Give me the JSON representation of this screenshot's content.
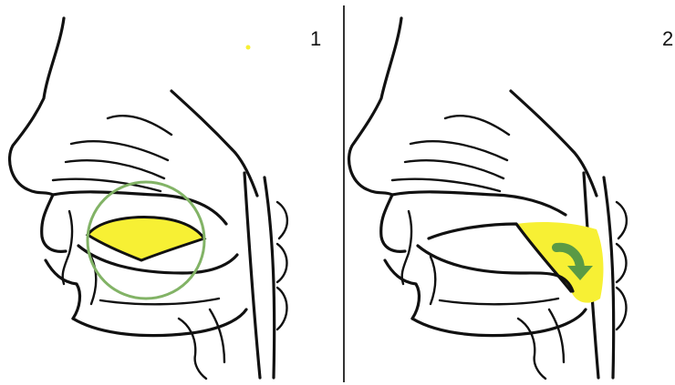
{
  "panels": [
    {
      "number": "1"
    },
    {
      "number": "2"
    }
  ],
  "colors": {
    "highlight": "#f7f034",
    "circle": "#82b366",
    "arrow": "#5a9a45",
    "ink": "#111111"
  },
  "icons": {
    "panel1_marker": "circle-outline",
    "panel2_marker": "curved-arrow-down"
  }
}
